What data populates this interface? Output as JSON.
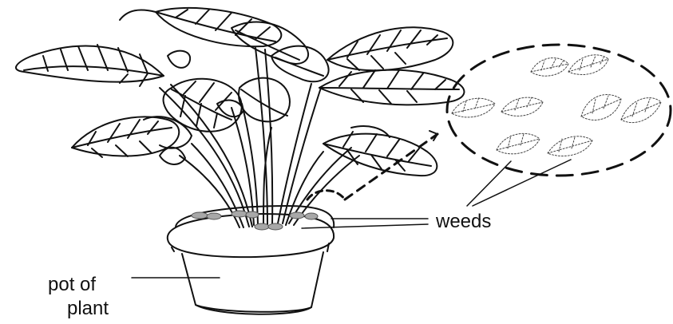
{
  "labels": {
    "weeds": "weeds",
    "pot_line1": "pot of",
    "pot_line2": "plant"
  },
  "colors": {
    "ink": "#111111",
    "weed_fill": "#a8a8a8",
    "background": "#ffffff"
  }
}
